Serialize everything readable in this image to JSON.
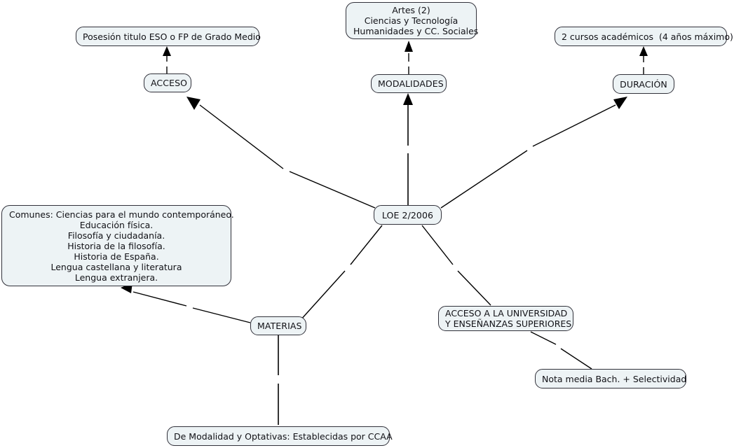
{
  "map": {
    "title": "LOE 2/2006 Bachillerato concept map",
    "background": "#ffffff",
    "node_fill": "#edf3f5",
    "node_border": "#31313a",
    "link_color": "#000000"
  },
  "nodes": {
    "root": {
      "label": "LOE 2/2006"
    },
    "acceso": {
      "label": "ACCESO"
    },
    "modalidades": {
      "label": "MODALIDADES"
    },
    "duracion": {
      "label": "DURACIÓN"
    },
    "materias": {
      "label": "MATERIAS"
    },
    "acceso_universidad": {
      "line1": "ACCESO A LA UNIVERSIDAD",
      "line2": "Y ENSEÑANZAS SUPERIORES"
    },
    "requisito_acceso": {
      "label": "Posesión titulo ESO o FP de Grado Medio"
    },
    "modalidades_lista": {
      "line1": "Artes (2)",
      "line2": "Ciencias y Tecnología",
      "line3": "Humanidades y CC. Sociales"
    },
    "duracion_detalle": {
      "label": "2 cursos académicos  (4 años máximo)"
    },
    "materias_comunes": {
      "line1": "Comunes: Ciencias para el mundo contemporáneo.",
      "line2": "Educación física.",
      "line3": "Filosofía y ciudadanía.",
      "line4": "Historia de la filosofía.",
      "line5": "Historia de España.",
      "line6": "Lengua castellana y literatura",
      "line7": "Lengua extranjera."
    },
    "materias_modalidad": {
      "label": "De Modalidad y Optativas: Establecidas por CCAA"
    },
    "nota_media": {
      "label": "Nota media Bach. + Selectividad"
    }
  },
  "links": [
    {
      "from": "acceso",
      "to": "requisito_acceso",
      "arrow": true
    },
    {
      "from": "modalidades",
      "to": "modalidades_lista",
      "arrow": true
    },
    {
      "from": "duracion",
      "to": "duracion_detalle",
      "arrow": true
    },
    {
      "from": "root",
      "to": "acceso",
      "arrow": true
    },
    {
      "from": "root",
      "to": "modalidades",
      "arrow": true
    },
    {
      "from": "root",
      "to": "duracion",
      "arrow": true
    },
    {
      "from": "root",
      "to": "materias",
      "arrow": false
    },
    {
      "from": "root",
      "to": "acceso_universidad",
      "arrow": false
    },
    {
      "from": "materias",
      "to": "materias_comunes",
      "arrow": true
    },
    {
      "from": "materias",
      "to": "materias_modalidad",
      "arrow": false
    },
    {
      "from": "acceso_universidad",
      "to": "nota_media",
      "arrow": false
    }
  ]
}
